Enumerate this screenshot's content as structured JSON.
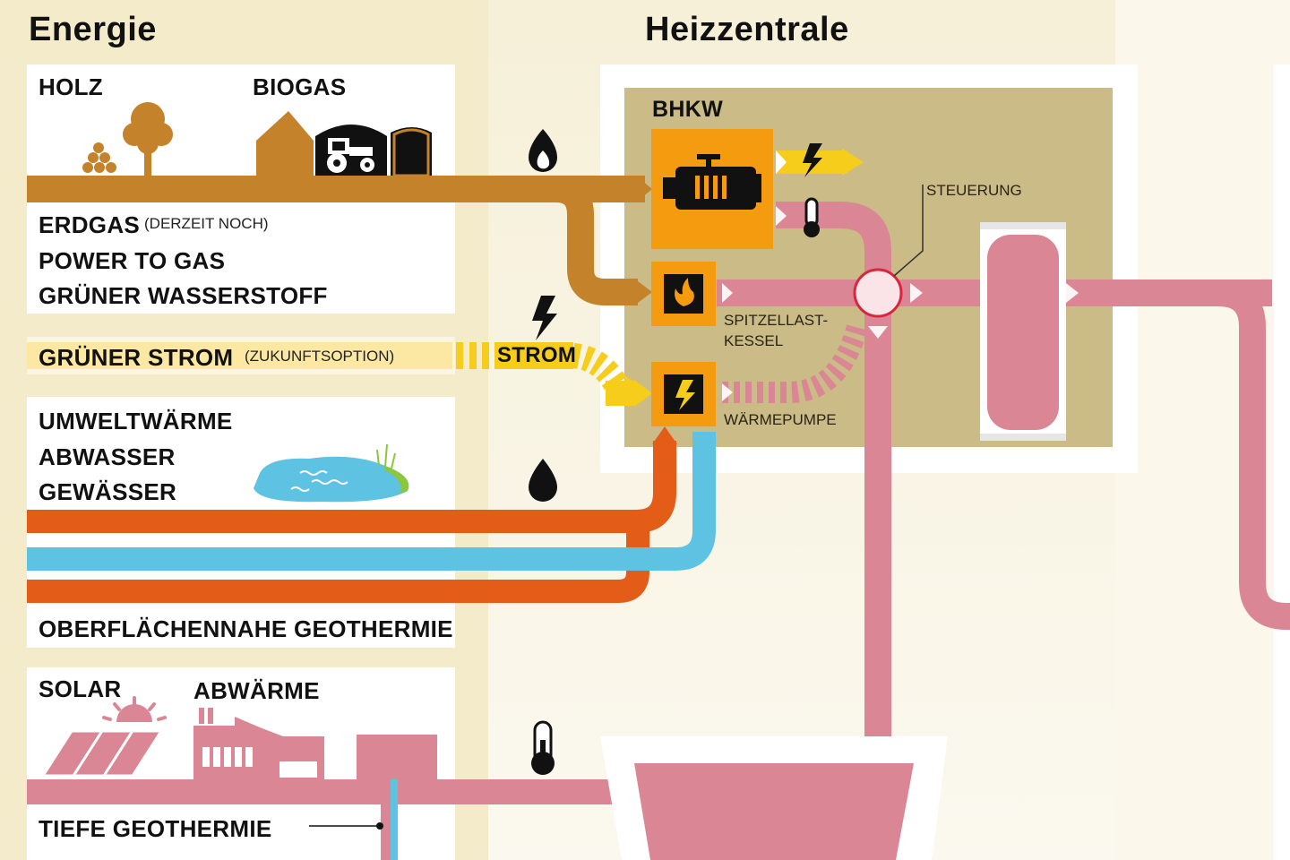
{
  "sections": {
    "energie_title": "Energie",
    "heizzentrale_title": "Heizzentrale"
  },
  "sources": {
    "holz": "HOLZ",
    "biogas": "BIOGAS",
    "erdgas": "ERDGAS",
    "erdgas_note": "(DERZEIT NOCH)",
    "power_to_gas": "POWER TO GAS",
    "gruener_wasserstoff": "GRÜNER WASSERSTOFF",
    "gruener_strom": "GRÜNER STROM",
    "gruener_strom_note": "(ZUKUNFTSOPTION)",
    "umweltwaerme": "UMWELTWÄRME",
    "abwasser": "ABWASSER",
    "gewaesser": "GEWÄSSER",
    "oberflaechennahe": "OBERFLÄCHENNAHE GEOTHERMIE",
    "solar": "SOLAR",
    "abwaerme": "ABWÄRME",
    "tiefe_geothermie": "TIEFE GEOTHERMIE"
  },
  "flow_labels": {
    "strom": "STROM"
  },
  "plant": {
    "bhkw": "BHKW",
    "steuerung": "STEUERUNG",
    "spitzenlast_line1": "SPITZELLAST-",
    "spitzenlast_line2": "KESSEL",
    "waermepumpe": "WÄRMEPUMPE"
  },
  "colors": {
    "background": "#f6f0d8",
    "panel": "#ffffff",
    "plant_inner": "#cbbb86",
    "brown_flow": "#c4822a",
    "pink_flow": "#db8694",
    "orange_flow": "#e35d19",
    "blue_flow": "#5ec3e3",
    "yellow_flow": "#f7cd1c",
    "accent_orange": "#f59b10"
  },
  "icons": [
    "flame-icon",
    "lightning-icon",
    "thermometer-icon",
    "drop-icon",
    "engine-icon",
    "tree-icon",
    "barn-icon",
    "tractor-icon",
    "pond-icon",
    "sun-icon",
    "solar-panel-icon",
    "factory-icon",
    "storage-tank-icon",
    "control-valve-icon"
  ]
}
